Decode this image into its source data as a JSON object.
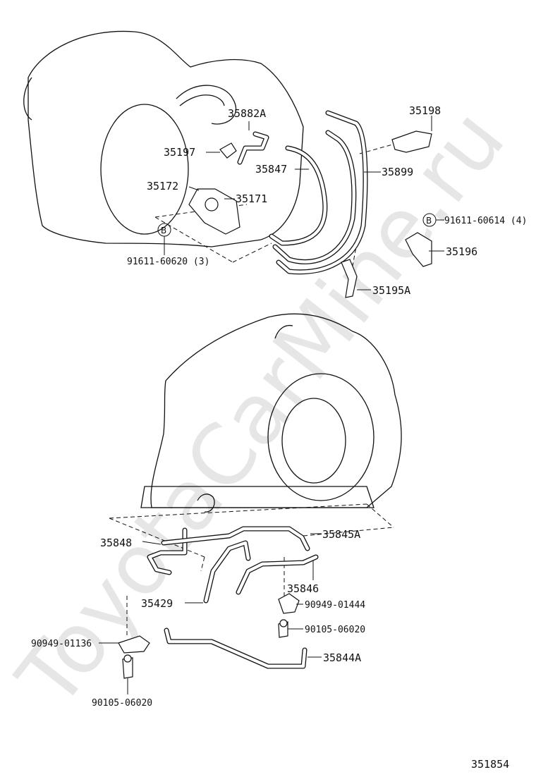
{
  "watermark": "ToyotaCarMine.ru",
  "diagram_id": "351854",
  "parts": {
    "p35882A": "35882A",
    "p35198": "35198",
    "p35197": "35197",
    "p35847": "35847",
    "p35899": "35899",
    "p35172": "35172",
    "p35171": "35171",
    "p91611_60614": "91611-60614 (4)",
    "p91611_60620": "91611-60620 (3)",
    "p35196": "35196",
    "p35195A": "35195A",
    "p35848": "35848",
    "p35845A": "35845A",
    "p35846": "35846",
    "p35429": "35429",
    "p90949_01444": "90949-01444",
    "p90105_06020_r": "90105-06020",
    "p90949_01136": "90949-01136",
    "p35844A": "35844A",
    "p90105_06020_l": "90105-06020"
  },
  "markers": {
    "b1": "B",
    "b2": "B"
  }
}
